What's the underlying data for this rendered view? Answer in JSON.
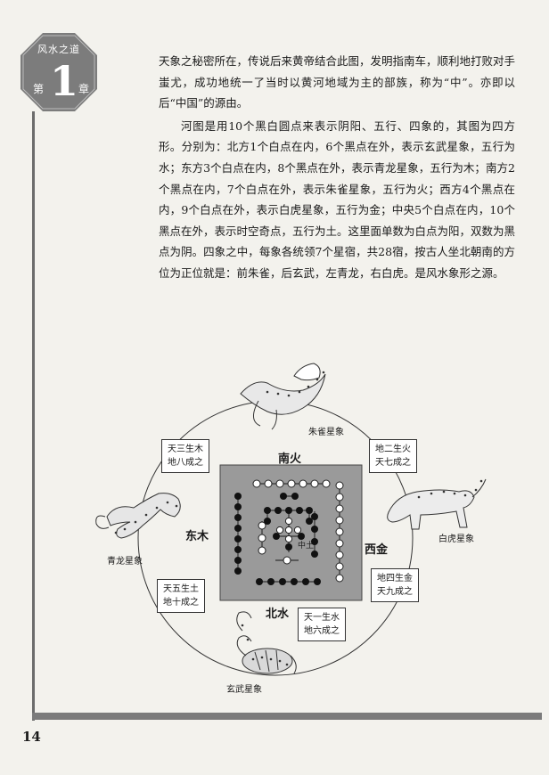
{
  "header": {
    "book_title": "风水之道",
    "chapter_prefix": "第",
    "chapter_number": "1",
    "chapter_suffix": "章"
  },
  "body": {
    "paragraph1": "天象之秘密所在，传说后来黄帝结合此图，发明指南车，顺利地打败对手蚩尤，成功地统一了当时以黄河地域为主的部族，称为“中”。亦即以后“中国”的源由。",
    "paragraph2": "河图是用10个黑白圆点来表示阴阳、五行、四象的，其图为四方形。分别为：北方1个白点在内，6个黑点在外，表示玄武星象，五行为水；东方3个白点在内，8个黑点在外，表示青龙星象，五行为木；南方2个黑点在内，7个白点在外，表示朱雀星象，五行为火；西方4个黑点在内，9个白点在外，表示白虎星象，五行为金；中央5个白点在内，10个黑点在外，表示时空奇点，五行为土。这里面单数为白点为阳，双数为黑点为阴。四象之中，每象各统领7个星宿，共28宿，按古人坐北朝南的方位为正位就是：前朱雀，后玄武，左青龙，右白虎。是风水象形之源。"
  },
  "diagram": {
    "animals": {
      "south": "朱雀星象",
      "west": "白虎星象",
      "east": "青龙星象",
      "north": "玄武星象"
    },
    "directions": {
      "south": "南火",
      "east": "东木",
      "west": "西金",
      "north": "北水",
      "center": "中土"
    },
    "boxes": {
      "top_left": [
        "天三生木",
        "地八成之"
      ],
      "top_right": [
        "地二生火",
        "天七成之"
      ],
      "bottom_left": [
        "天五生土",
        "地十成之"
      ],
      "bottom_right_west": [
        "地四生金",
        "天九成之"
      ],
      "bottom_north": [
        "天一生水",
        "地六成之"
      ]
    }
  },
  "footer": {
    "page_number": "14"
  },
  "colors": {
    "badge": "#7c7c7c",
    "square": "#9a9a9a",
    "rule": "#7b7b7b"
  }
}
